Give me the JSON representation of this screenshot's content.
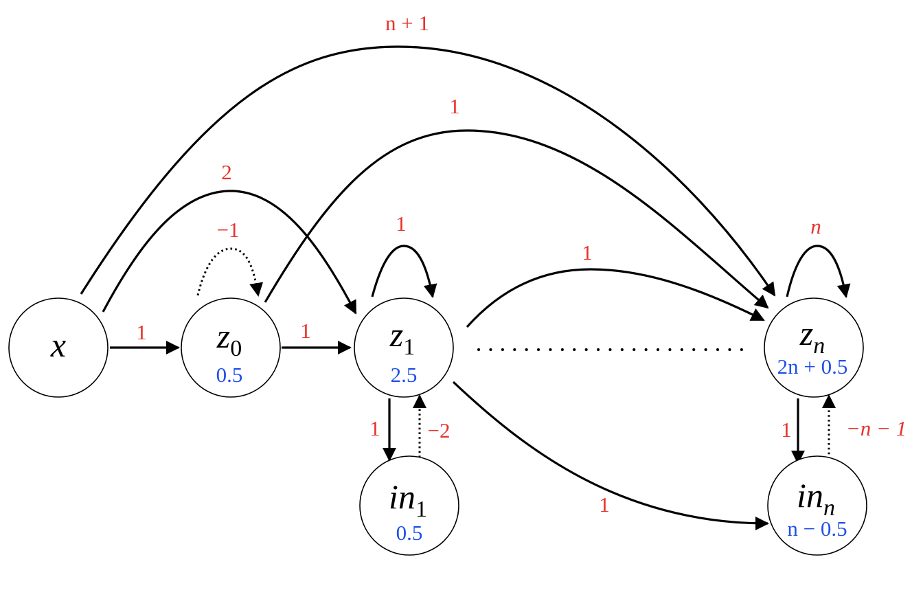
{
  "nodes": {
    "x": {
      "base": "x",
      "sub": "",
      "value": ""
    },
    "z0": {
      "base": "z",
      "sub": "0",
      "value": "0.5"
    },
    "z1": {
      "base": "z",
      "sub": "1",
      "value": "2.5"
    },
    "zn": {
      "base": "z",
      "sub": "n",
      "value": "2n + 0.5"
    },
    "in1": {
      "base": "in",
      "sub": "1",
      "value": "0.5"
    },
    "inn": {
      "base": "in",
      "sub": "n",
      "value": "n − 0.5"
    }
  },
  "edges": {
    "x_z0": {
      "weight": "1"
    },
    "z0_z1": {
      "weight": "1"
    },
    "x_z1": {
      "weight": "2"
    },
    "x_zn": {
      "weight": "n + 1"
    },
    "z0_zn": {
      "weight": "1"
    },
    "z0_self": {
      "weight": "−1",
      "dotted": true
    },
    "z1_self": {
      "weight": "1"
    },
    "z1_zn": {
      "weight": "1"
    },
    "zn_self": {
      "weight": "n"
    },
    "z1_in1": {
      "weight": "1"
    },
    "in1_z1": {
      "weight": "−2",
      "dotted": true
    },
    "zn_inn": {
      "weight": "1"
    },
    "inn_zn": {
      "weight": "−n − 1",
      "dotted": true
    },
    "z1_inn": {
      "weight": "1"
    }
  },
  "colors": {
    "weight": "#e8322b",
    "node_value": "#1f4fe8",
    "stroke": "#000000"
  }
}
